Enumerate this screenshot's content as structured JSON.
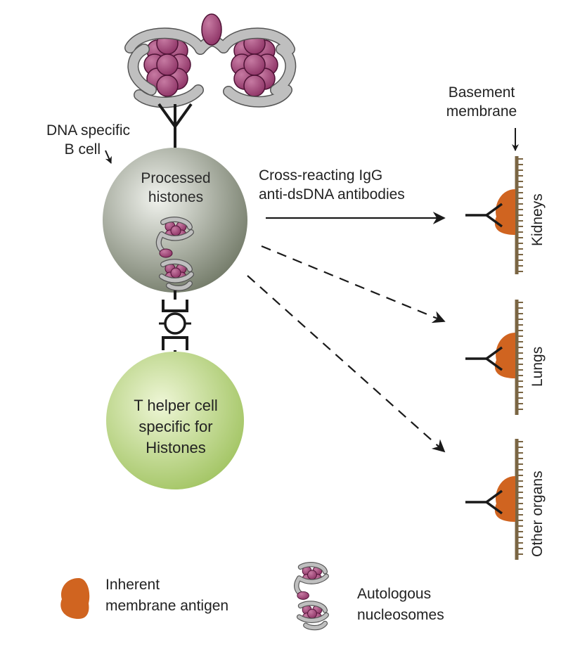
{
  "labels": {
    "dna_b_cell_line1": "DNA specific",
    "dna_b_cell_line2": "B cell",
    "processed_line1": "Processed",
    "processed_line2": "histones",
    "antibody_line1": "Cross-reacting IgG",
    "antibody_line2": "anti-dsDNA antibodies",
    "basement_line1": "Basement",
    "basement_line2": "membrane",
    "t_helper_line1": "T helper cell",
    "t_helper_line2": "specific for",
    "t_helper_line3": "Histones"
  },
  "organs": [
    "Kidneys",
    "Lungs",
    "Other organs"
  ],
  "legend": {
    "antigen_line1": "Inherent",
    "antigen_line2": "membrane antigen",
    "nucleosome_line1": "Autologous",
    "nucleosome_line2": "nucleosomes"
  },
  "colors": {
    "b_cell_light": "#f1f3ee",
    "b_cell_dark": "#6b7360",
    "t_cell_light": "#eef6d6",
    "t_cell_dark": "#9dc15b",
    "histone": "#8a2f62",
    "histone_dark": "#4e1235",
    "dna_strand": "#bfbfbf",
    "antigen": "#d06420",
    "membrane": "#7a6543"
  }
}
